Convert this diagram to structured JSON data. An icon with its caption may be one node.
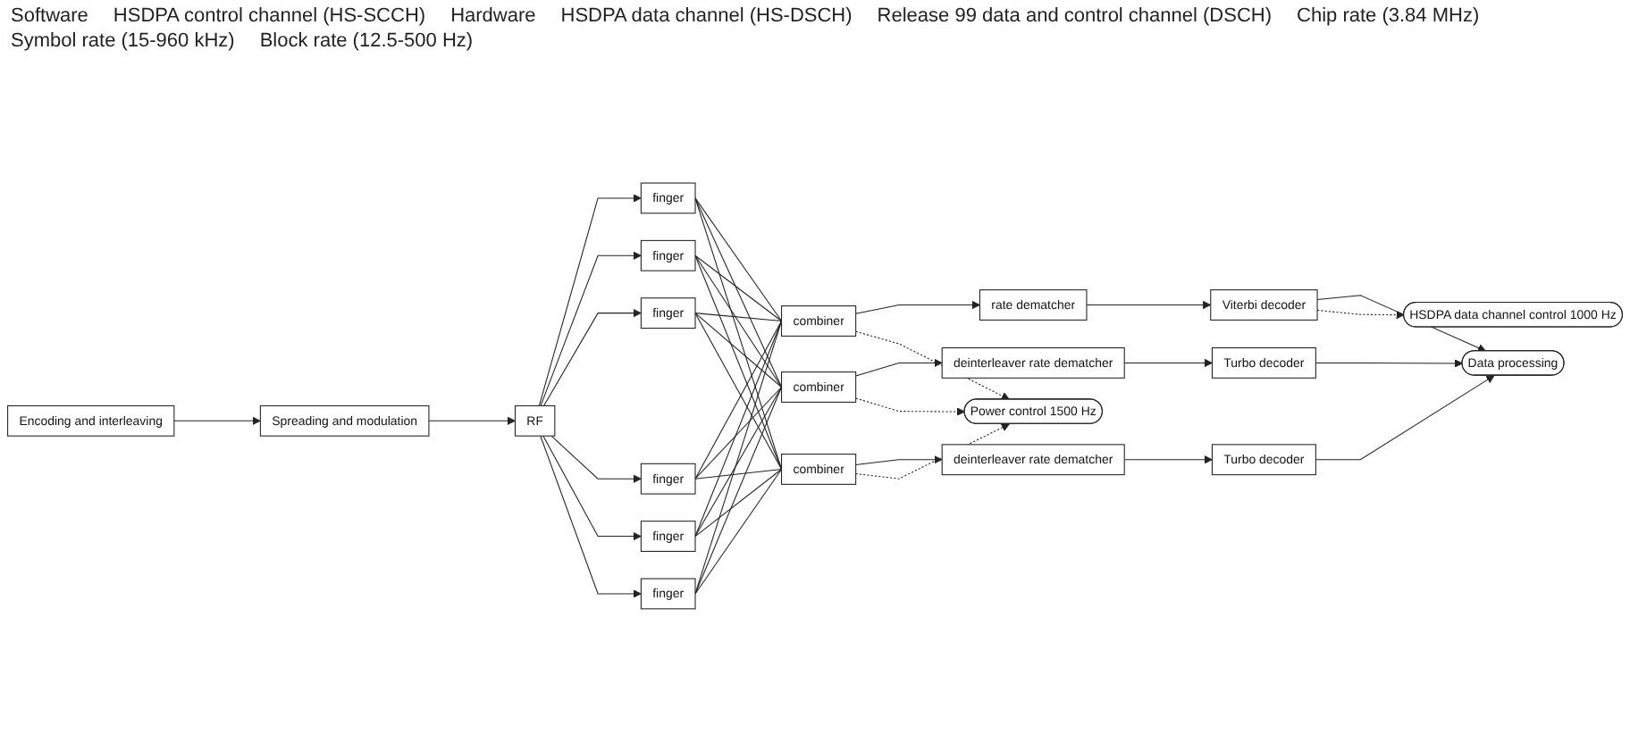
{
  "diagram": {
    "nodes": [
      {
        "text": [
          "Power control 1500 Hz"
        ]
      },
      {
        "text": [
          "HSDPA data channel control 1000 Hz"
        ]
      },
      {
        "text": [
          "Data processing"
        ]
      },
      {
        "text": [
          "RF"
        ]
      },
      {
        "text": [
          "finger"
        ]
      },
      {
        "text": [
          "finger"
        ]
      },
      {
        "text": [
          "finger"
        ]
      },
      {
        "text": [
          "finger"
        ]
      },
      {
        "text": [
          "finger"
        ]
      },
      {
        "text": [
          "finger"
        ]
      },
      {
        "text": [
          "combiner"
        ]
      },
      {
        "text": [
          "rate dematcher"
        ]
      },
      {
        "text": [
          "Viterbi decoder"
        ]
      },
      {
        "text": [
          "combiner"
        ]
      },
      {
        "text": [
          "deinterleaver rate dematcher"
        ]
      },
      {
        "text": [
          "Turbo decoder"
        ]
      },
      {
        "text": [
          "combiner"
        ]
      },
      {
        "text": [
          "deinterleaver rate dematcher"
        ]
      },
      {
        "text": [
          "Turbo decoder"
        ]
      },
      {
        "text": [
          "Spreading and modulation"
        ]
      },
      {
        "text": [
          "Encoding and interleaving"
        ]
      }
    ],
    "edges": [
      {
        "from": 3,
        "to": 4,
        "arrow": "to"
      },
      {
        "from": 3,
        "to": 5,
        "arrow": "to"
      },
      {
        "from": 3,
        "to": 6,
        "arrow": "to"
      },
      {
        "from": 3,
        "to": 7,
        "arrow": "to"
      },
      {
        "from": 3,
        "to": 8,
        "arrow": "to"
      },
      {
        "from": 3,
        "to": 9,
        "arrow": "to"
      },
      {
        "from": 4,
        "to": 10,
        "arrow": "none"
      },
      {
        "from": 4,
        "to": 13,
        "arrow": "none"
      },
      {
        "from": 4,
        "to": 16,
        "arrow": "none"
      },
      {
        "from": 5,
        "to": 10,
        "arrow": "none"
      },
      {
        "from": 5,
        "to": 13,
        "arrow": "none"
      },
      {
        "from": 5,
        "to": 16,
        "arrow": "none"
      },
      {
        "from": 6,
        "to": 10,
        "arrow": "none"
      },
      {
        "from": 6,
        "to": 13,
        "arrow": "none"
      },
      {
        "from": 6,
        "to": 16,
        "arrow": "none"
      },
      {
        "from": 7,
        "to": 10,
        "arrow": "none"
      },
      {
        "from": 7,
        "to": 13,
        "arrow": "none"
      },
      {
        "from": 7,
        "to": 16,
        "arrow": "none"
      },
      {
        "from": 8,
        "to": 10,
        "arrow": "none"
      },
      {
        "from": 8,
        "to": 13,
        "arrow": "none"
      },
      {
        "from": 8,
        "to": 16,
        "arrow": "none"
      },
      {
        "from": 9,
        "to": 10,
        "arrow": "none"
      },
      {
        "from": 9,
        "to": 13,
        "arrow": "none"
      },
      {
        "from": 9,
        "to": 16,
        "arrow": "none"
      },
      {
        "from": 10,
        "to": 11,
        "arrow": "to"
      },
      {
        "from": 11,
        "to": 12,
        "arrow": "to"
      },
      {
        "from": 13,
        "to": 14,
        "arrow": "to"
      },
      {
        "from": 14,
        "to": 15,
        "arrow": "to"
      },
      {
        "from": 16,
        "to": 17,
        "arrow": "to"
      },
      {
        "from": 17,
        "to": 18,
        "arrow": "to"
      },
      {
        "from": 12,
        "to": 2,
        "arrow": "to"
      },
      {
        "from": 15,
        "to": 2,
        "arrow": "to"
      },
      {
        "from": 18,
        "to": 2,
        "arrow": "to"
      },
      {
        "from": 10,
        "to": 0,
        "arrow": "to",
        "style": "dashed"
      },
      {
        "from": 13,
        "to": 0,
        "arrow": "to",
        "style": "dashed"
      },
      {
        "from": 16,
        "to": 0,
        "arrow": "to",
        "style": "dashed"
      },
      {
        "from": 12,
        "to": 1,
        "arrow": "to",
        "style": "dashed"
      },
      {
        "from": 20,
        "to": 19,
        "arrow": "to"
      },
      {
        "from": 19,
        "to": 3,
        "arrow": "to"
      }
    ],
    "labels": [
      "Software",
      "HSDPA control channel (HS-SCCH)",
      "Hardware",
      "HSDPA data channel (HS-DSCH)",
      "Release 99 data and control channel (DSCH)",
      "Chip rate (3.84 MHz)",
      "Symbol rate (15-960 kHz)",
      "Block rate (12.5-500 Hz)"
    ]
  }
}
